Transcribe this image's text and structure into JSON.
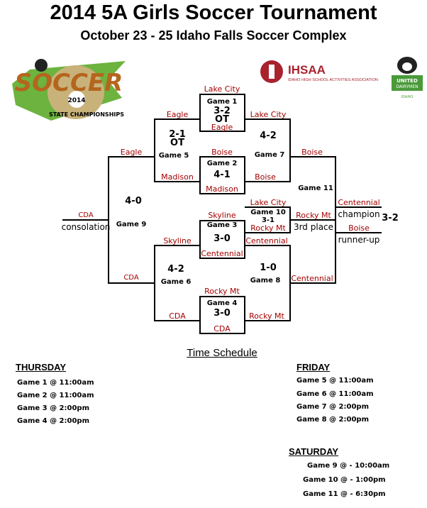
{
  "header": {
    "title": "2014 5A Girls Soccer Tournament",
    "subtitle": "October 23 - 25 Idaho Falls Soccer Complex"
  },
  "logos": {
    "soccer": "Idaho High School Soccer 2014 State Championships",
    "ihsaa": "IHSAA",
    "ihsaa_sub": "IDAHO HIGH SCHOOL ACTIVITIES ASSOCIATION",
    "dairy": "United Dairymen of Idaho"
  },
  "games": {
    "g1": {
      "label": "Game 1",
      "score": "3-2",
      "ot": "OT",
      "top": "Lake City",
      "bottom": "Eagle"
    },
    "g2": {
      "label": "Game 2",
      "score": "4-1",
      "top": "Boise",
      "bottom": "Madison"
    },
    "g3": {
      "label": "Game 3",
      "score": "3-0",
      "top": "Skyline",
      "bottom": "Centennial"
    },
    "g4": {
      "label": "Game 4",
      "score": "3-0",
      "top": "Rocky Mt",
      "bottom": "CDA"
    },
    "g5": {
      "label": "Game 5",
      "score": "2-1",
      "ot": "OT",
      "top": "Eagle",
      "bottom": "Madison",
      "winner": "Eagle"
    },
    "g6": {
      "label": "Game 6",
      "score": "4-2",
      "top": "Skyline",
      "bottom": "CDA",
      "winner": "CDA"
    },
    "g7": {
      "label": "Game 7",
      "score": "4-2",
      "top": "Lake City",
      "bottom": "Boise",
      "winner": "Boise"
    },
    "g8": {
      "label": "Game 8",
      "score": "1-0",
      "top": "Centennial",
      "bottom": "Rocky Mt",
      "winner": "Centennial"
    },
    "g9": {
      "label": "Game 9",
      "score": "4-0",
      "winner": "CDA",
      "winner_note": "consolation"
    },
    "g10": {
      "label": "Game 10",
      "score": "3-1",
      "top": "Lake City",
      "bottom": "Rocky Mt",
      "winner": "Rocky Mt",
      "winner_note": "3rd place"
    },
    "g11": {
      "label": "Game 11",
      "score": "3-2",
      "champion": "Centennial",
      "champion_note": "champion",
      "runner_up": "Boise",
      "runner_up_note": "runner-up"
    }
  },
  "schedule": {
    "title": "Time Schedule",
    "thursday": {
      "label": "THURSDAY",
      "items": [
        "Game 1 @ 11:00am",
        "Game 2 @ 11:00am",
        "Game 3 @ 2:00pm",
        "Game 4 @ 2:00pm"
      ]
    },
    "friday": {
      "label": "FRIDAY",
      "items": [
        "Game 5 @ 11:00am",
        "Game 6 @ 11:00am",
        "Game 7 @ 2:00pm",
        "Game 8 @ 2:00pm"
      ]
    },
    "saturday": {
      "label": "SATURDAY",
      "items": [
        "Game 9 @ - 10:00am",
        "Game 10 @ - 1:00pm",
        "Game 11 @ - 6:30pm"
      ]
    }
  }
}
